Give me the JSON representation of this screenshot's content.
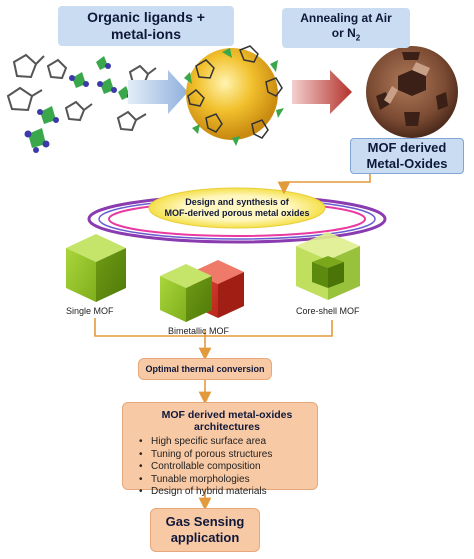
{
  "top": {
    "ligands_label_line1": "Organic ligands +",
    "ligands_label_line2": "metal-ions",
    "annealing_label_line1": "Annealing at Air",
    "annealing_label_line2": "or N",
    "annealing_label_sub": "2",
    "mof_derived_line1": "MOF derived",
    "mof_derived_line2": "Metal-Oxides"
  },
  "design": {
    "title_line1": "Design and synthesis of",
    "title_line2": "MOF-derived porous metal oxides"
  },
  "structures": {
    "single": "Single MOF",
    "bimetallic": "Bimetallic MOF",
    "core_shell": "Core-shell MOF"
  },
  "conversion": "Optimal thermal conversion",
  "architectures": {
    "title": "MOF derived metal-oxides architectures",
    "items": [
      "High specific surface area",
      "Tuning of porous structures",
      "Controllable composition",
      "Tunable morphologies",
      "Design of hybrid materials"
    ]
  },
  "application": {
    "line1": "Gas Sensing",
    "line2": "application"
  },
  "colors": {
    "blue_box": "#c9dcf1",
    "peach_box": "#f8c9a5",
    "connector": "#e29a3c",
    "cube_green": "#9bcc2c",
    "cube_red": "#d8392b",
    "oxide_brown": "#7a4a32"
  }
}
